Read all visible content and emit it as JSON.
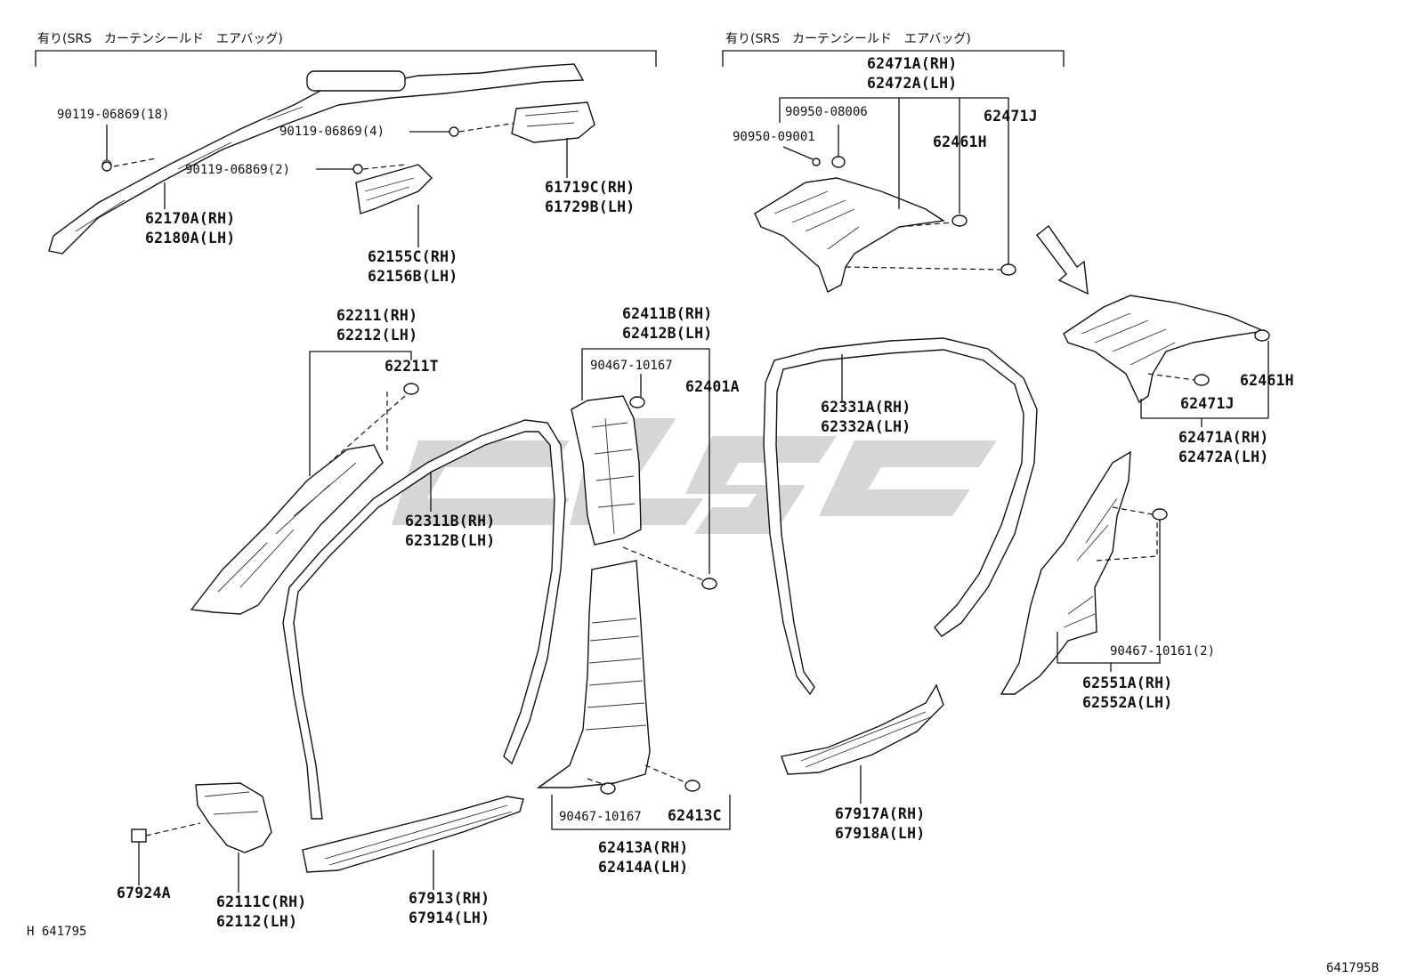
{
  "headers": {
    "left": "有り(SRS　カーテンシールド　エアバッグ)",
    "right": "有り(SRS　カーテンシールド　エアバッグ)"
  },
  "labels": {
    "p90119_18": "90119-06869(18)",
    "p90119_4": "90119-06869(4)",
    "p90119_2": "90119-06869(2)",
    "p62170": [
      "62170A(RH)",
      "62180A(LH)"
    ],
    "p62155": [
      "62155C(RH)",
      "62156B(LH)"
    ],
    "p61719": [
      "61719C(RH)",
      "61729B(LH)"
    ],
    "p62211": [
      "62211(RH)",
      "62212(LH)"
    ],
    "p62211T": "62211T",
    "p62311": [
      "62311B(RH)",
      "62312B(LH)"
    ],
    "p62411": [
      "62411B(RH)",
      "62412B(LH)"
    ],
    "p90467_10167_top": "90467-10167",
    "p62401A": "62401A",
    "p90467_10167_bot": "90467-10167",
    "p62413C": "62413C",
    "p62413": [
      "62413A(RH)",
      "62414A(LH)"
    ],
    "p67924A": "67924A",
    "p62111": [
      "62111C(RH)",
      "62112(LH)"
    ],
    "p67913": [
      "67913(RH)",
      "67914(LH)"
    ],
    "p62471_top": [
      "62471A(RH)",
      "62472A(LH)"
    ],
    "p90950_08006": "90950-08006",
    "p90950_09001": "90950-09001",
    "p62471J_top": "62471J",
    "p62461H_top": "62461H",
    "p62461H_right": "62461H",
    "p62471J_right": "62471J",
    "p62471_right": [
      "62471A(RH)",
      "62472A(LH)"
    ],
    "p62331": [
      "62331A(RH)",
      "62332A(LH)"
    ],
    "p90467_10161": "90467-10161(2)",
    "p62551": [
      "62551A(RH)",
      "62552A(LH)"
    ],
    "p67917": [
      "67917A(RH)",
      "67918A(LH)"
    ]
  },
  "footer": {
    "left": "H  641795",
    "right": "641795B"
  }
}
